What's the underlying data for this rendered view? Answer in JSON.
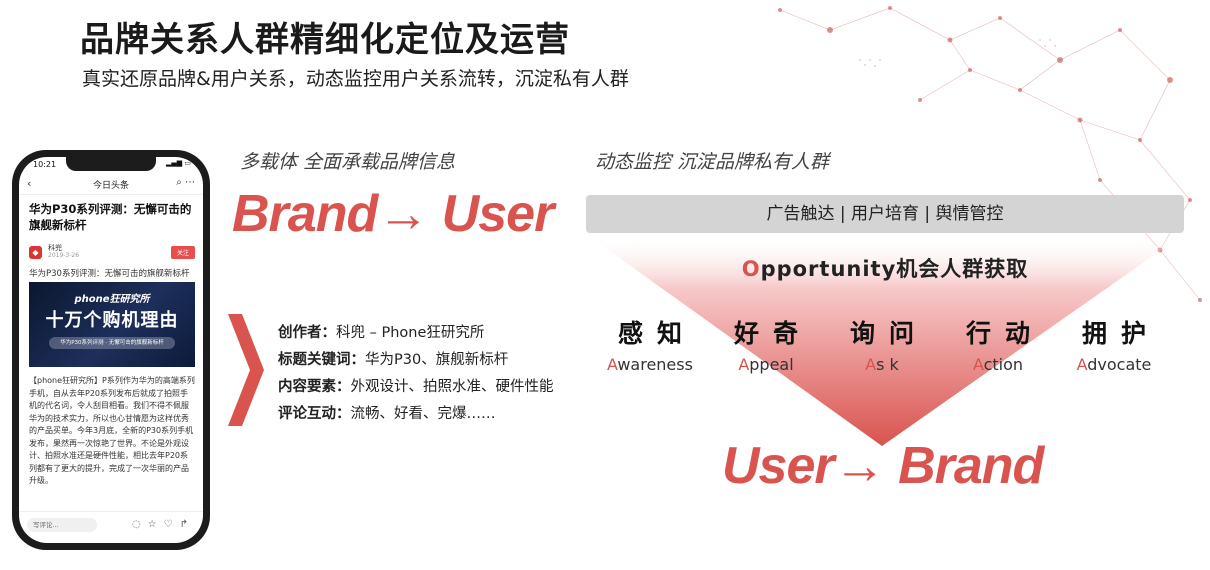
{
  "header": {
    "title": "品牌关系人群精细化定位及运营",
    "subtitle": "真实还原品牌&用户关系，动态监控用户关系流转，沉淀私有人群"
  },
  "phone": {
    "status_time": "10:21",
    "app_name": "今日头条",
    "article_title": "华为P30系列评测：无懈可击的旗舰新标杆",
    "author": "科兜",
    "author_date": "2019-3-26",
    "follow_label": "关注",
    "caption": "华为P30系列评测：无懈可击的旗舰新标杆",
    "banner_brand": "phone狂研究所",
    "banner_main": "十万个购机理由",
    "banner_sub": "华为P30系列评测 · 无懈可击的旗舰新标杆",
    "body": "【phone狂研究所】P系列作为华为的高端系列手机，自从去年P20系列发布后就成了拍照手机的代名词，令人刮目相看。我们不得不佩服华为的技术实力，所以也心甘情愿为这样优秀的产品买单。今年3月底，全新的P30系列手机发布，果然再一次惊艳了世界。不论是外观设计、拍照水准还是硬件性能，相比去年P20系列都有了更大的提升，完成了一次华丽的产品升级。",
    "comment_placeholder": "写评论..."
  },
  "middle": {
    "heading": "多载体 全面承载品牌信息",
    "brand_user": "Brand→ User",
    "info": [
      {
        "key": "创作者：",
        "value": "科兜 – Phone狂研究所"
      },
      {
        "key": "标题关键词：",
        "value": "华为P30、旗舰新标杆"
      },
      {
        "key": "内容要素：",
        "value": "外观设计、拍照水准、硬件性能"
      },
      {
        "key": "评论互动：",
        "value": "流畅、好看、完爆……"
      }
    ]
  },
  "right": {
    "heading": "动态监控 沉淀品牌私有人群",
    "bar_text": "广告触达 | 用户培育 |  舆情管控",
    "opportunity_first": "O",
    "opportunity_rest": "pportunity机会人群获取",
    "stages": [
      {
        "cn": "感知",
        "en_first": "A",
        "en_rest": "wareness"
      },
      {
        "cn": "好奇",
        "en_first": "A",
        "en_rest": "ppeal"
      },
      {
        "cn": "询问",
        "en_first": "A",
        "en_rest": "s k"
      },
      {
        "cn": "行动",
        "en_first": "A",
        "en_rest": "ction"
      },
      {
        "cn": "拥护",
        "en_first": "A",
        "en_rest": "dvocate"
      }
    ],
    "user_brand": "User→ Brand"
  },
  "colors": {
    "accent": "#d9534f",
    "bar_grey": "#d4d4d4"
  }
}
